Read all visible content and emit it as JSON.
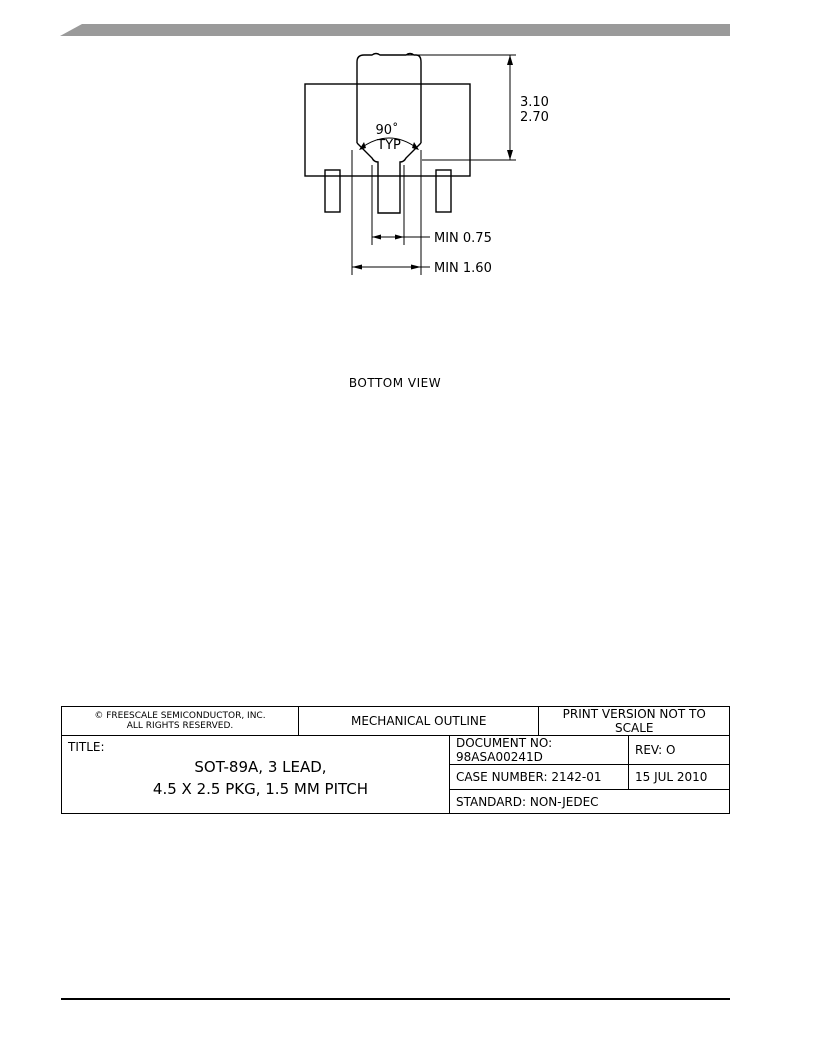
{
  "drawing": {
    "dim_height_max": "3.10",
    "dim_height_min": "2.70",
    "angle_value": "90˚",
    "angle_note": "TYP",
    "dim_lead_width": "MIN 0.75",
    "dim_tab_width": "MIN 1.60",
    "view_label": "BOTTOM VIEW"
  },
  "title_block": {
    "copyright_line1": "© FREESCALE SEMICONDUCTOR, INC.",
    "copyright_line2": "ALL RIGHTS RESERVED.",
    "outline_type": "MECHANICAL OUTLINE",
    "print_note": "PRINT VERSION NOT TO SCALE",
    "title_label": "TITLE:",
    "title_line1": "SOT-89A, 3 LEAD,",
    "title_line2": "4.5 X 2.5 PKG, 1.5 MM PITCH",
    "document_no": "DOCUMENT NO: 98ASA00241D",
    "revision": "REV: O",
    "case_number": "CASE NUMBER: 2142-01",
    "date": "15 JUL 2010",
    "standard": "STANDARD: NON-JEDEC"
  }
}
